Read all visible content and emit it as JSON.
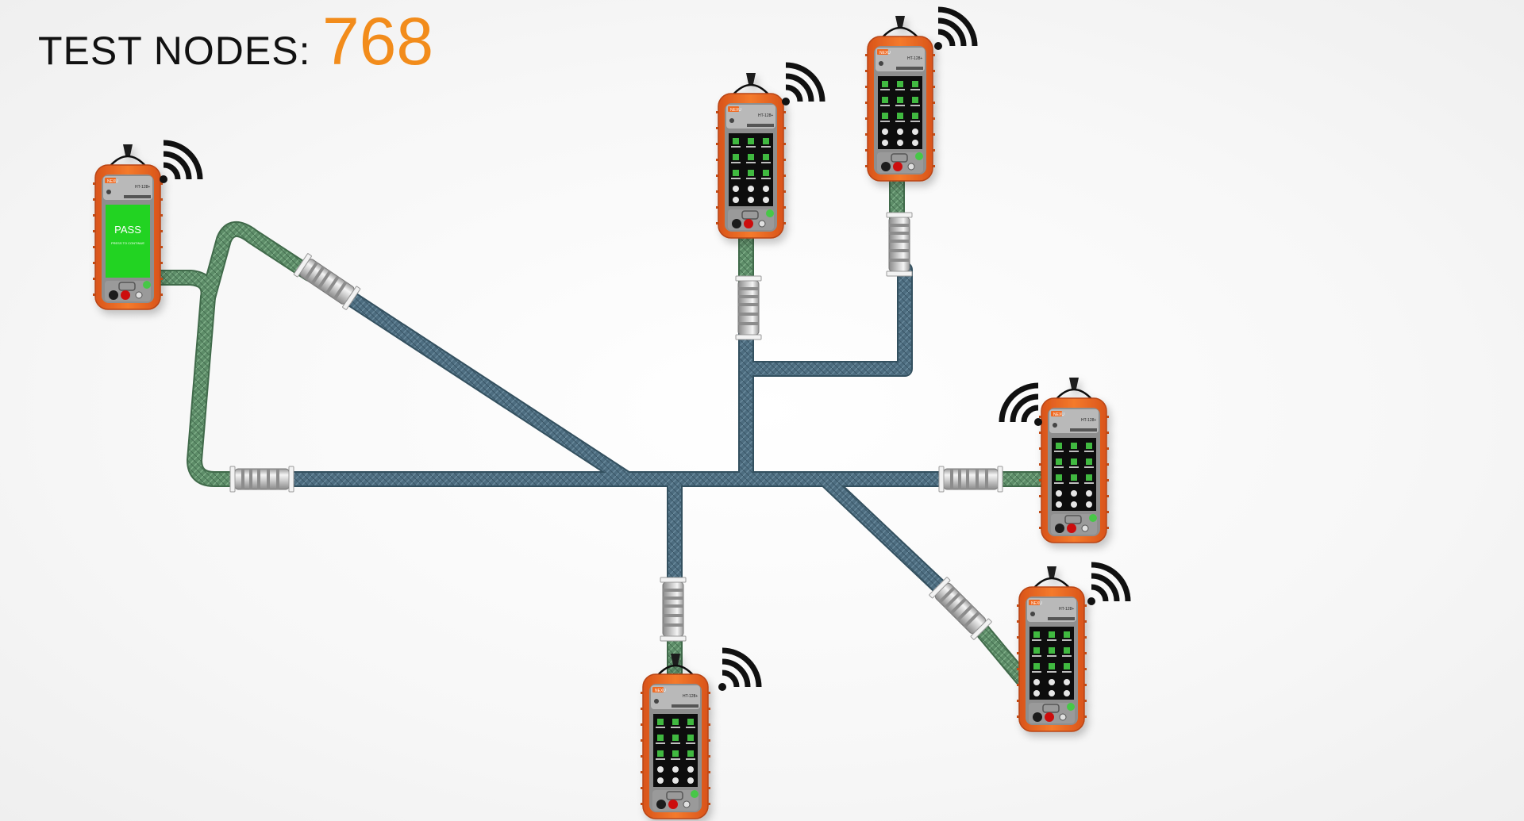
{
  "header": {
    "label": "TEST NODES:",
    "count": "768"
  },
  "colors": {
    "count": "#f28c1b",
    "device_body": "#ef6a22",
    "cable_blue": "#4d6d80",
    "cable_green": "#5d8d68",
    "pass_screen": "#22d322"
  },
  "devices": [
    {
      "id": "tester-left",
      "brand": "NEXU",
      "model": "HT-128+",
      "screen": "pass",
      "status_text": "PASS",
      "sub_text": "PRESS TO CONTINUE"
    },
    {
      "id": "tester-top-1",
      "brand": "NEXU",
      "model": "HT-128+",
      "screen": "menu"
    },
    {
      "id": "tester-top-2",
      "brand": "NEXU",
      "model": "HT-128+",
      "screen": "menu"
    },
    {
      "id": "tester-right",
      "brand": "NEXU",
      "model": "HT-128+",
      "screen": "menu"
    },
    {
      "id": "tester-lower-right",
      "brand": "NEXU",
      "model": "HT-128+",
      "screen": "menu"
    },
    {
      "id": "tester-bottom",
      "brand": "NEXU",
      "model": "HT-128+",
      "screen": "menu"
    }
  ],
  "icons": [
    "wifi-signal-icon",
    "lanyard-icon",
    "connector-icon"
  ]
}
